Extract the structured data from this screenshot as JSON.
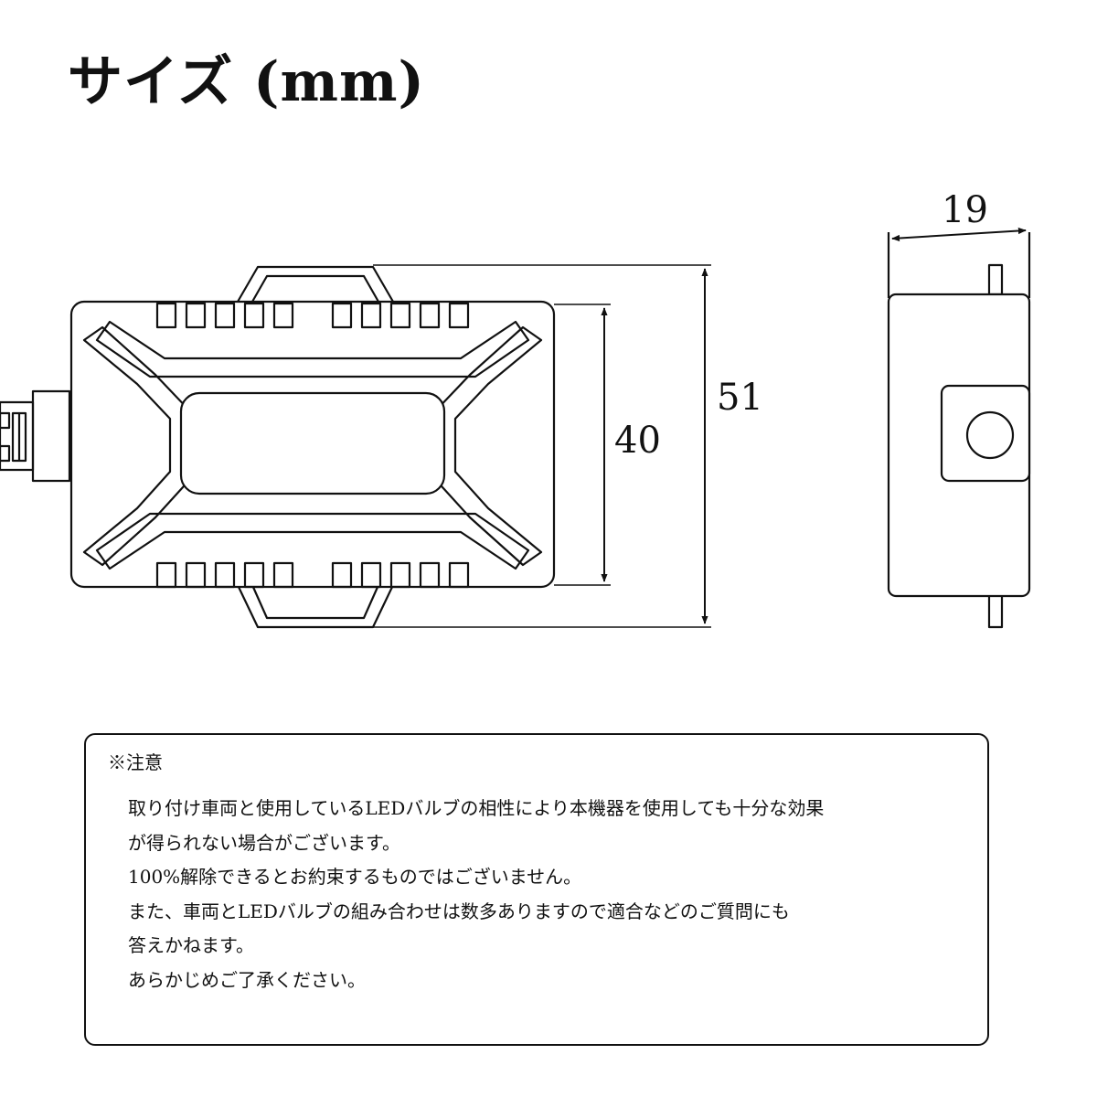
{
  "title": "サイズ (mm)",
  "dimensions": {
    "inner_height": "40",
    "outer_height": "51",
    "side_width": "19"
  },
  "note": {
    "heading": "※注意",
    "lines": [
      "取り付け車両と使用しているLEDバルブの相性により本機器を使用しても十分な効果",
      "が得られない場合がございます。",
      "100%解除できるとお約束するものではございません。",
      "また、車両とLEDバルブの組み合わせは数多ありますので適合などのご質問にも",
      "答えかねます。",
      "あらかじめご了承ください。"
    ]
  }
}
